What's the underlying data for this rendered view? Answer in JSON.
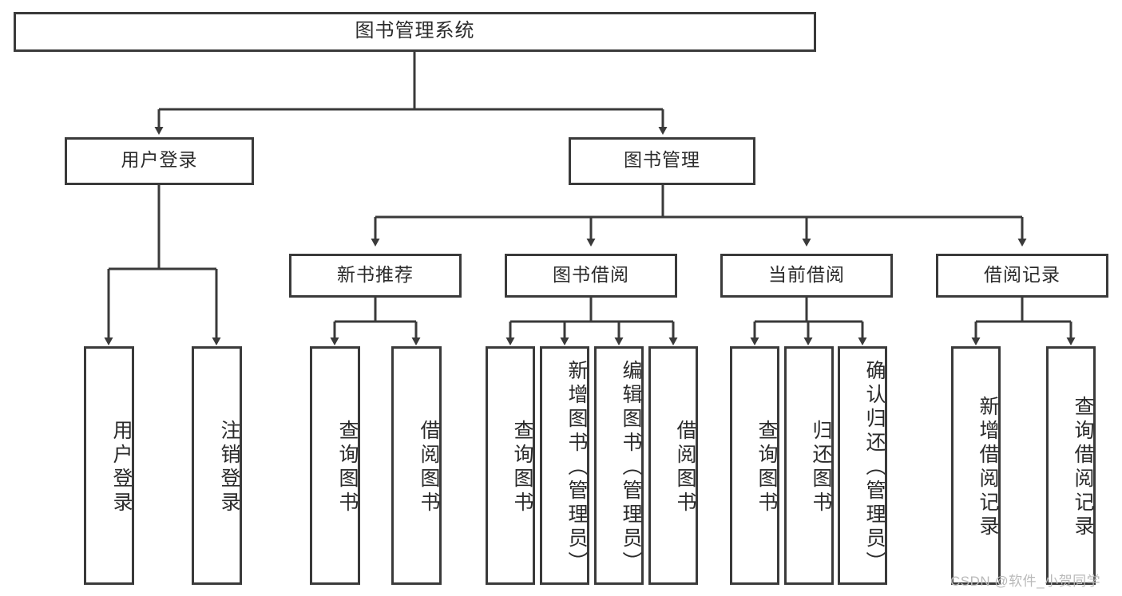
{
  "diagram": {
    "title": "图书管理系统",
    "root": {
      "label": "图书管理系统"
    },
    "level2": [
      {
        "label": "用户登录"
      },
      {
        "label": "图书管理"
      }
    ],
    "level3": [
      {
        "label": "新书推荐"
      },
      {
        "label": "图书借阅"
      },
      {
        "label": "当前借阅"
      },
      {
        "label": "借阅记录"
      }
    ],
    "leaves": {
      "user_login": [
        {
          "label": "用户登录"
        },
        {
          "label": "注销登录"
        }
      ],
      "new_book_recommend": [
        {
          "label": "查询图书"
        },
        {
          "label": "借阅图书"
        }
      ],
      "book_borrow": [
        {
          "label": "查询图书"
        },
        {
          "label": "新增图书（管理员）"
        },
        {
          "label": "编辑图书（管理员）"
        },
        {
          "label": "借阅图书"
        }
      ],
      "current_borrow": [
        {
          "label": "查询图书"
        },
        {
          "label": "归还图书"
        },
        {
          "label": "确认归还（管理员）"
        }
      ],
      "borrow_record": [
        {
          "label": "新增借阅记录"
        },
        {
          "label": "查询借阅记录"
        }
      ]
    }
  },
  "watermark": {
    "text": "CSDN @软件_小贺同学"
  },
  "colors": {
    "border": "#3a3a3a",
    "text": "#2b2b2b",
    "background": "#ffffff",
    "watermark": "#b9b9b9"
  }
}
